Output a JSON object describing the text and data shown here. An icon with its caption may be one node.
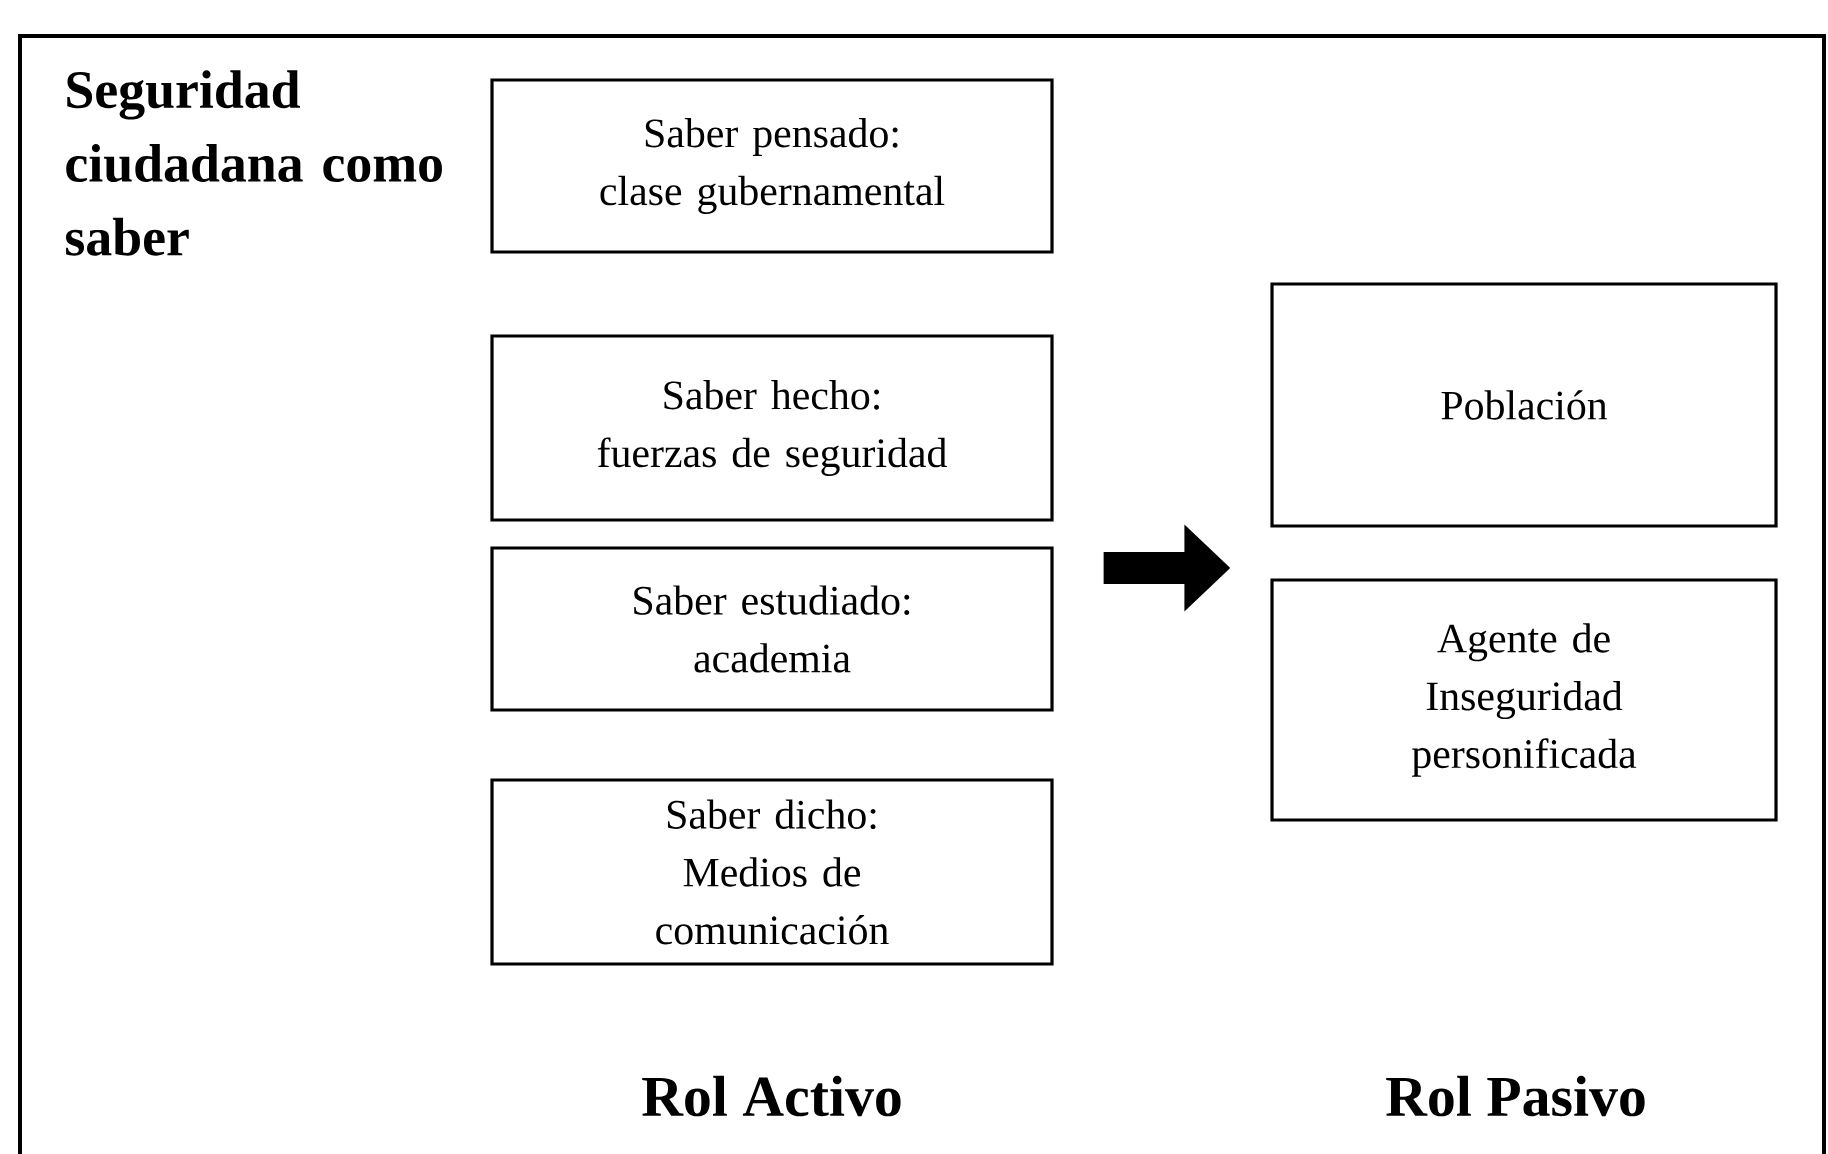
{
  "diagram": {
    "title": "Seguridad ciudadana como saber",
    "nodes": [
      {
        "text": [
          "Saber pensado: clase gubernamental"
        ]
      },
      {
        "text": [
          "Saber hecho: fuerzas de seguridad"
        ]
      },
      {
        "text": [
          "Saber estudiado: academia"
        ]
      },
      {
        "text": [
          "Saber dicho: Medios de comunicación"
        ]
      },
      {
        "text": [
          "Población"
        ]
      },
      {
        "text": [
          "Agente de Inseguridad personificada"
        ]
      }
    ],
    "edges": [
      {
        "from": 2,
        "to": 5,
        "arrow": "to"
      }
    ],
    "labels": [
      "Rol Activo",
      "Rol Pasivo"
    ]
  }
}
